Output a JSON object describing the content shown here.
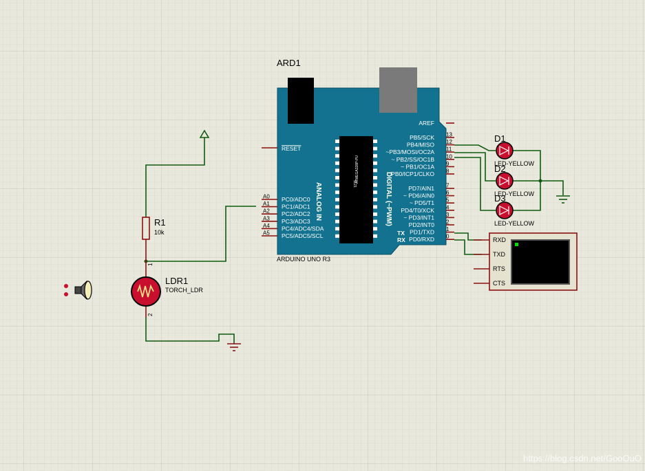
{
  "colors": {
    "background": "#e9e8dc",
    "grid_minor": "#dcdbcf",
    "grid_major": "#c8c7ba",
    "board": "#13728f",
    "wire": "#0f5a0f",
    "lead": "#8b1010",
    "led": "#c8102e",
    "terminal_screen": "#000000",
    "terminal_body": "#e6e2d0"
  },
  "arduino": {
    "ref": "ARD1",
    "model": "ARDUINO UNO R3",
    "chip_text": "ATMEGA328P-PU",
    "chip_num": "1121",
    "analog_label": "ANALOG IN",
    "digital_label": "DIGITAL (~PWM)",
    "reset_label": "RESET",
    "aref_label": "AREF",
    "tx": "TX",
    "rx": "RX",
    "analog_pins": [
      {
        "num": "A0",
        "label": "PC0/ADC0"
      },
      {
        "num": "A1",
        "label": "PC1/ADC1"
      },
      {
        "num": "A2",
        "label": "PC2/ADC2"
      },
      {
        "num": "A3",
        "label": "PC3/ADC3"
      },
      {
        "num": "A4",
        "label": "PC4/ADC4/SDA"
      },
      {
        "num": "A5",
        "label": "PC5/ADC5/SCL"
      }
    ],
    "digital_pins": [
      {
        "num": "13",
        "label": "PB5/SCK"
      },
      {
        "num": "12",
        "label": "PB4/MISO"
      },
      {
        "num": "11",
        "label": "~PB3/MOSI/OC2A"
      },
      {
        "num": "10",
        "label": "~ PB2/SS/OC1B"
      },
      {
        "num": "9",
        "label": "~ PB1/OC1A"
      },
      {
        "num": "8",
        "label": "PB0/ICP1/CLKO"
      },
      {
        "num": "7",
        "label": "PD7/AIN1"
      },
      {
        "num": "6",
        "label": "~ PD6/AIN0"
      },
      {
        "num": "5",
        "label": "~ PD5/T1"
      },
      {
        "num": "4",
        "label": "PD4/T0/XCK"
      },
      {
        "num": "3",
        "label": "~ PD3/INT1"
      },
      {
        "num": "2",
        "label": "PD2/INT0"
      },
      {
        "num": "1",
        "label": "PD1/TXD"
      },
      {
        "num": "0",
        "label": "PD0/RXD"
      }
    ]
  },
  "r1": {
    "ref": "R1",
    "value": "10k"
  },
  "ldr": {
    "ref": "LDR1",
    "value": "TORCH_LDR",
    "pin1": "1",
    "pin2": "2"
  },
  "leds": [
    {
      "ref": "D1",
      "value": "LED-YELLOW"
    },
    {
      "ref": "D2",
      "value": "LED-YELLOW"
    },
    {
      "ref": "D3",
      "value": "LED-YELLOW"
    }
  ],
  "terminal": {
    "pins": [
      "RXD",
      "TXD",
      "RTS",
      "CTS"
    ]
  },
  "watermark": "https://blog.csdn.net/GooOuO"
}
